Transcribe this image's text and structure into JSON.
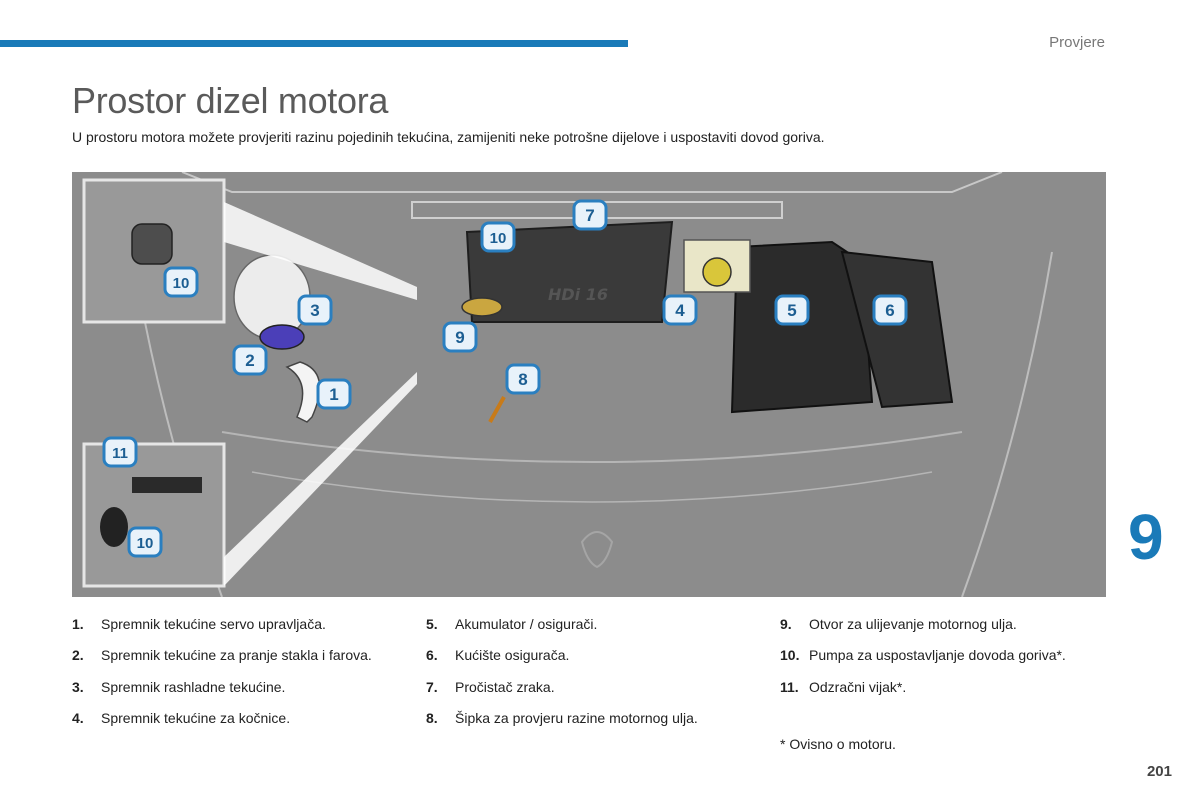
{
  "header": {
    "section": "Provjere"
  },
  "title": "Prostor dizel motora",
  "intro": "U prostoru motora možete provjeriti razinu pojedinih tekućina, zamijeniti neke potrošne dijelove i uspostaviti dovod goriva.",
  "image": {
    "callouts": [
      "1",
      "2",
      "3",
      "4",
      "5",
      "6",
      "7",
      "8",
      "9",
      "10",
      "10",
      "10",
      "11"
    ],
    "engine_badge": "HDi 16"
  },
  "chapter": "9",
  "legend": {
    "col1": [
      {
        "num": "1.",
        "text": "Spremnik tekućine servo upravljača."
      },
      {
        "num": "2.",
        "text": "Spremnik tekućine za pranje stakla i farova."
      },
      {
        "num": "3.",
        "text": "Spremnik rashladne tekućine."
      },
      {
        "num": "4.",
        "text": "Spremnik tekućine za kočnice."
      }
    ],
    "col2": [
      {
        "num": "5.",
        "text": "Akumulator / osigurači."
      },
      {
        "num": "6.",
        "text": "Kućište osigurača."
      },
      {
        "num": "7.",
        "text": "Pročistač zraka."
      },
      {
        "num": "8.",
        "text": "Šipka za provjeru razine motornog ulja."
      }
    ],
    "col3": [
      {
        "num": "9.",
        "text": "Otvor za ulijevanje motornog ulja."
      },
      {
        "num": "10.",
        "text": "Pumpa za uspostavljanje dovoda goriva*."
      },
      {
        "num": "11.",
        "text": "Odzračni vijak*."
      }
    ]
  },
  "footnote": "* Ovisno o motoru.",
  "page_number": "201",
  "colors": {
    "accent": "#1a7ab8",
    "image_bg": "#8a8a8a",
    "callout_fill": "#e8f2fa",
    "callout_stroke": "#2a7fc0"
  }
}
